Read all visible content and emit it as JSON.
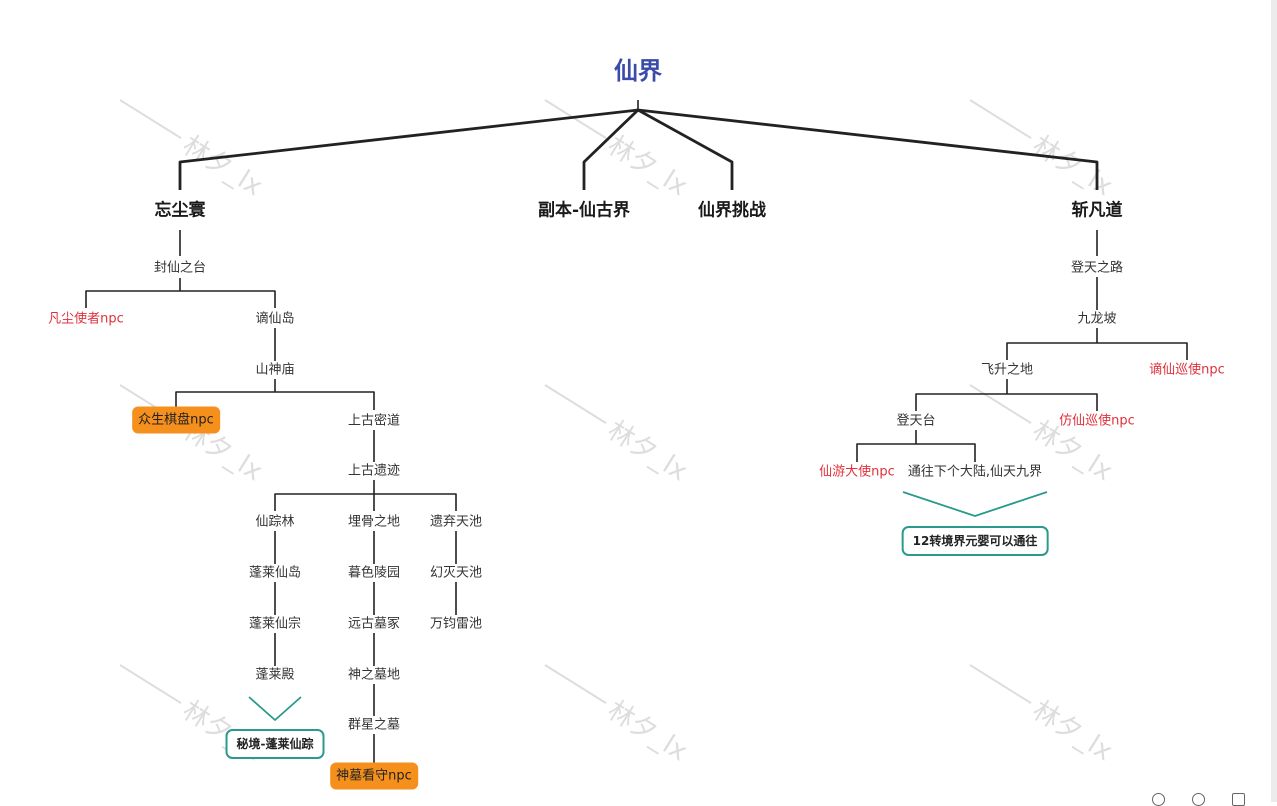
{
  "diagram": {
    "root": "仙界",
    "branches": {
      "wangchen": "忘尘寰",
      "fuben": "副本-仙古界",
      "tiaozhan": "仙界挑战",
      "zhanfan": "斩凡道"
    },
    "left": {
      "fengxian": "封仙之台",
      "fanchen_npc": "凡尘使者npc",
      "zhexian_dao": "谪仙岛",
      "shanshen": "山神庙",
      "qipan_npc": "众生棋盘npc",
      "migu": "上古密道",
      "yiji": "上古遗迹",
      "xianzong": "仙踪林",
      "penglai_dao": "蓬莱仙岛",
      "penglai_zong": "蓬莱仙宗",
      "penglai_dian": "蓬莱殿",
      "mijing": "秘境-蓬莱仙踪",
      "maigu": "埋骨之地",
      "mushe": "暮色陵园",
      "yuangu": "远古墓冢",
      "shenzhi": "神之墓地",
      "qunxing": "群星之墓",
      "kanshou_npc": "神墓看守npc",
      "yiqi": "遗弃天池",
      "huanmie": "幻灭天池",
      "wanjun": "万钧雷池"
    },
    "right": {
      "dengtian_lu": "登天之路",
      "jiulong": "九龙坡",
      "feisheng": "飞升之地",
      "zhexian_npc": "谪仙巡使npc",
      "dengtiantai": "登天台",
      "fangxian_npc": "仿仙巡使npc",
      "xianyou_npc": "仙游大使npc",
      "tongwang": "通往下个大陆,仙天九界",
      "requirement": "12转境界元婴可以通往"
    }
  },
  "watermark": "林夕_lx",
  "colors": {
    "root": "#3a4ba8",
    "npc_red": "#e0303a",
    "npc_box": "#f5901c",
    "note_border": "#2a9a8c",
    "lines": "#222222"
  }
}
